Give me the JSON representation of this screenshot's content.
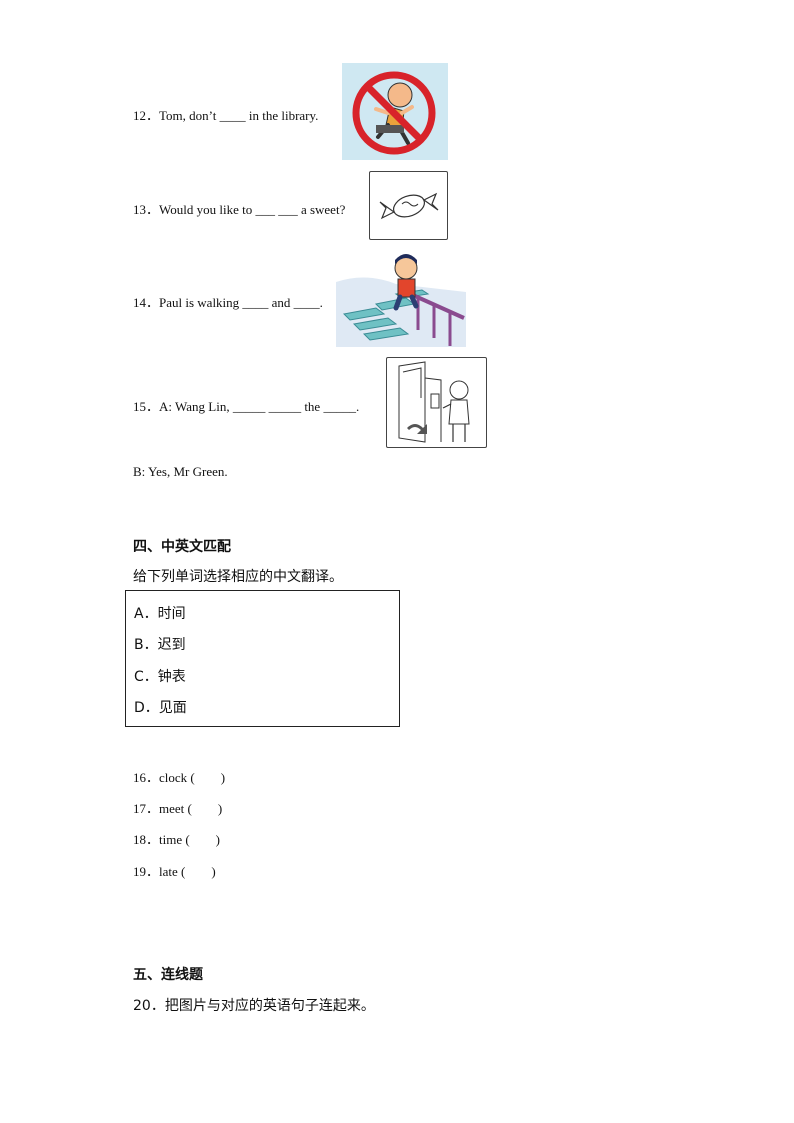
{
  "questions": [
    {
      "text": "12．Tom, don’t ____ in the library.",
      "image": "no-running-sign"
    },
    {
      "text": "13．Would you like to ___ ___ a sweet?",
      "image": "candy"
    },
    {
      "text": "14．Paul is walking ____ and ____.",
      "image": "boy-on-stairs"
    },
    {
      "text": "15．A: Wang Lin, _____ _____ the _____.",
      "image": "boy-at-door"
    },
    {
      "text": "B: Yes, Mr Green."
    }
  ],
  "section4": {
    "heading": "四、中英文匹配",
    "instruction": "给下列单词选择相应的中文翻译。",
    "options": [
      "A．时间",
      "B．迟到",
      "C．钟表",
      "D．见面"
    ],
    "items": [
      "16．clock (　　)",
      "17．meet (　　)",
      "18．time (　　)",
      "19．late (　　)"
    ]
  },
  "section5": {
    "heading": "五、连线题",
    "instruction": "20．把图片与对应的英语句子连起来。"
  }
}
